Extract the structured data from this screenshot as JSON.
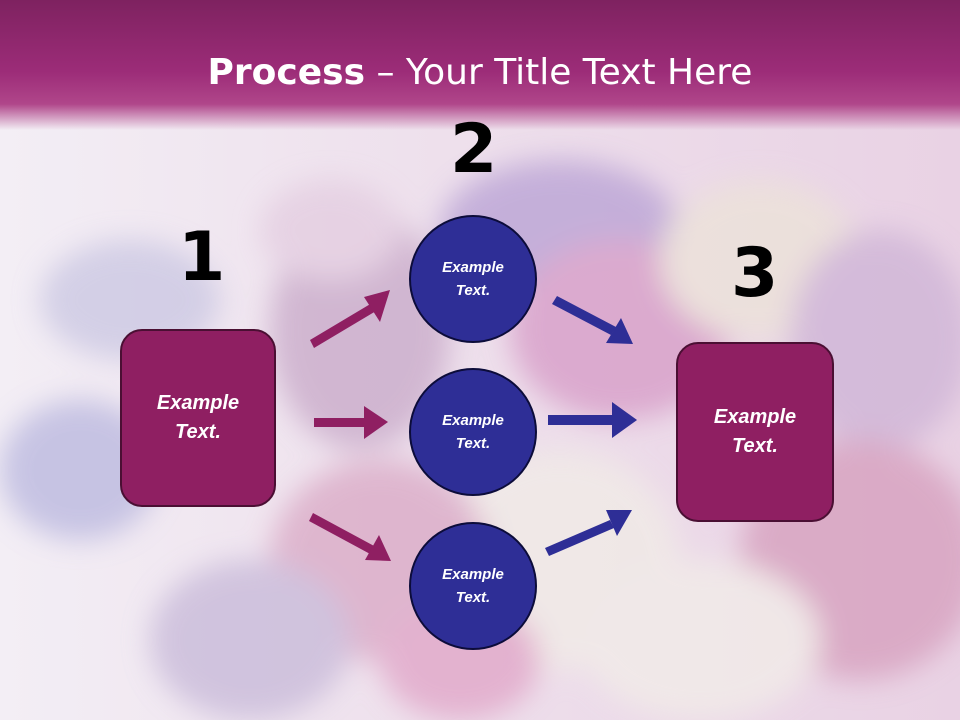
{
  "title": {
    "bold": "Process",
    "rest": " – Your Title Text Here"
  },
  "numbers": {
    "one": "1",
    "two": "2",
    "three": "3"
  },
  "left_box": {
    "line1": "Example",
    "line2": "Text."
  },
  "right_box": {
    "line1": "Example",
    "line2": "Text."
  },
  "circles": [
    {
      "line1": "Example",
      "line2": "Text."
    },
    {
      "line1": "Example",
      "line2": "Text."
    },
    {
      "line1": "Example",
      "line2": "Text."
    }
  ],
  "colors": {
    "magenta": "#8f1f62",
    "navy": "#2e2e96",
    "header": "#9c2c78"
  }
}
